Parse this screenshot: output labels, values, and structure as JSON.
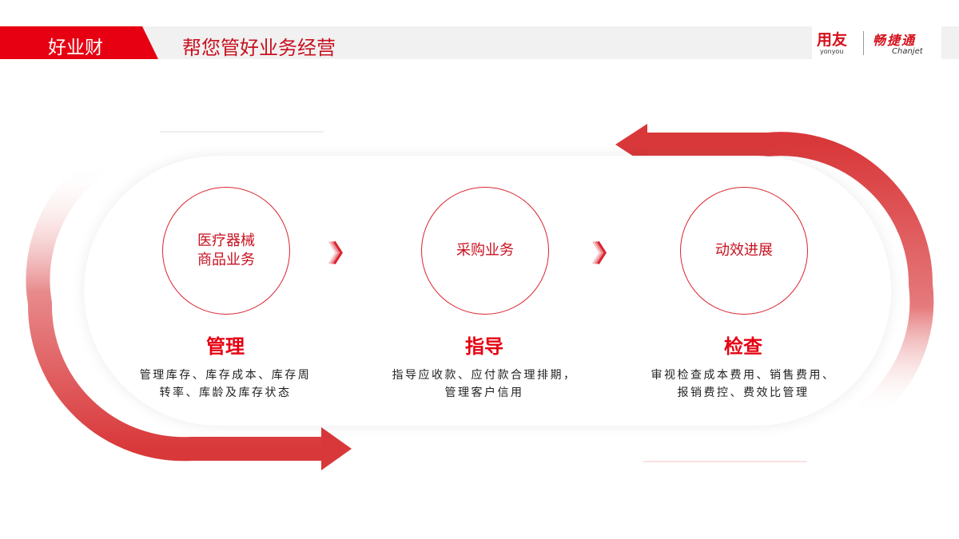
{
  "header": {
    "tab": "好业财",
    "title": "帮您管好业务经营"
  },
  "logo": {
    "yonyou_cn": "用友",
    "yonyou_en": "yonyou",
    "chanjet_cn": "畅捷通",
    "chanjet_en": "Chanjet"
  },
  "steps": [
    {
      "circle_line1": "医疗器械",
      "circle_line2": "商品业务",
      "heading": "管理",
      "desc_line1": "管理库存、库存成本、库存周",
      "desc_line2": "转率、库龄及库存状态"
    },
    {
      "circle_line1": "采购业务",
      "circle_line2": "",
      "heading": "指导",
      "desc_line1": "指导应收款、应付款合理排期，",
      "desc_line2": "管理客户信用"
    },
    {
      "circle_line1": "动效进展",
      "circle_line2": "",
      "heading": "检查",
      "desc_line1": "审视检查成本费用、销售费用、",
      "desc_line2": "报销费控、费效比管理"
    }
  ],
  "colors": {
    "accent": "#e60012",
    "arrow": "#d9383a"
  }
}
